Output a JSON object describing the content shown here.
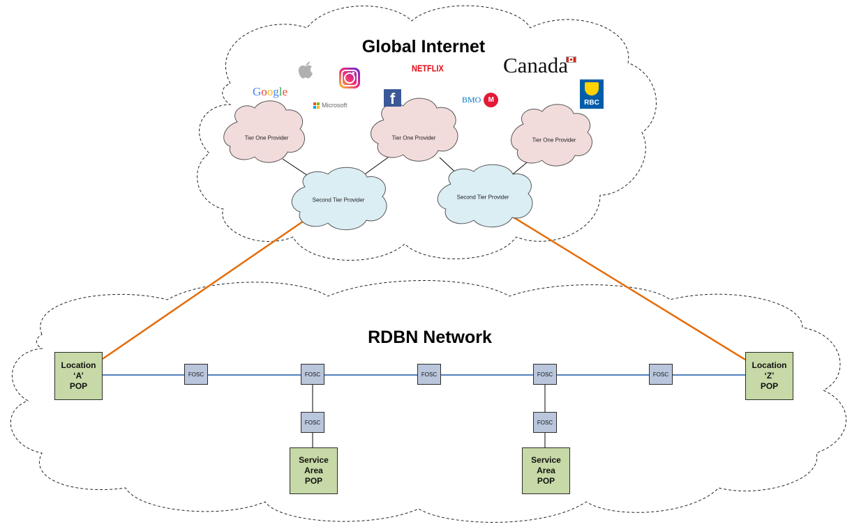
{
  "global_cloud": {
    "title": "Global Internet"
  },
  "rdbn_cloud": {
    "title": "RDBN Network"
  },
  "tier_one_providers": [
    {
      "label": "Tier One Provider"
    },
    {
      "label": "Tier One Provider"
    },
    {
      "label": "Tier One Provider"
    }
  ],
  "second_tier_providers": [
    {
      "label": "Second Tier Provider"
    },
    {
      "label": "Second Tier Provider"
    }
  ],
  "logos": {
    "google": {
      "letters": [
        "G",
        "o",
        "o",
        "g",
        "l",
        "e"
      ],
      "colors": [
        "#4285f4",
        "#ea4335",
        "#fbbc05",
        "#4285f4",
        "#34a853",
        "#ea4335"
      ]
    },
    "microsoft": {
      "text": "Microsoft",
      "colors": [
        "#f25022",
        "#7fba00",
        "#00a4ef",
        "#ffb900"
      ]
    },
    "netflix": {
      "text": "NETFLIX",
      "color": "#e50914"
    },
    "facebook": {
      "text": "f",
      "color": "#3b5998"
    },
    "bmo": {
      "text": "BMO",
      "mark": "M",
      "color": "#0079c1",
      "mark_color": "#e31937"
    },
    "canada": {
      "text": "Canada"
    },
    "rbc": {
      "text": "RBC",
      "color": "#005daa"
    },
    "instagram": {
      "name": "instagram-icon"
    },
    "apple": {
      "name": "apple-icon"
    }
  },
  "pops": {
    "location_a": {
      "label": "Location\n‘A’\nPOP"
    },
    "location_z": {
      "label": "Location\n‘Z’\nPOP"
    },
    "service_area_1": {
      "label": "Service\nArea\nPOP"
    },
    "service_area_2": {
      "label": "Service\nArea\nPOP"
    }
  },
  "fosc_nodes": [
    {
      "label": "FOSC"
    },
    {
      "label": "FOSC"
    },
    {
      "label": "FOSC"
    },
    {
      "label": "FOSC"
    },
    {
      "label": "FOSC"
    },
    {
      "label": "FOSC"
    },
    {
      "label": "FOSC"
    }
  ],
  "colors": {
    "backbone": "#4f81bd",
    "uplink": "#e46c0a",
    "pop_fill": "#c7d9a6",
    "fosc_fill": "#b9c6dc",
    "tier_one_fill": "#f2dcdb",
    "second_tier_fill": "#dbeef4"
  }
}
